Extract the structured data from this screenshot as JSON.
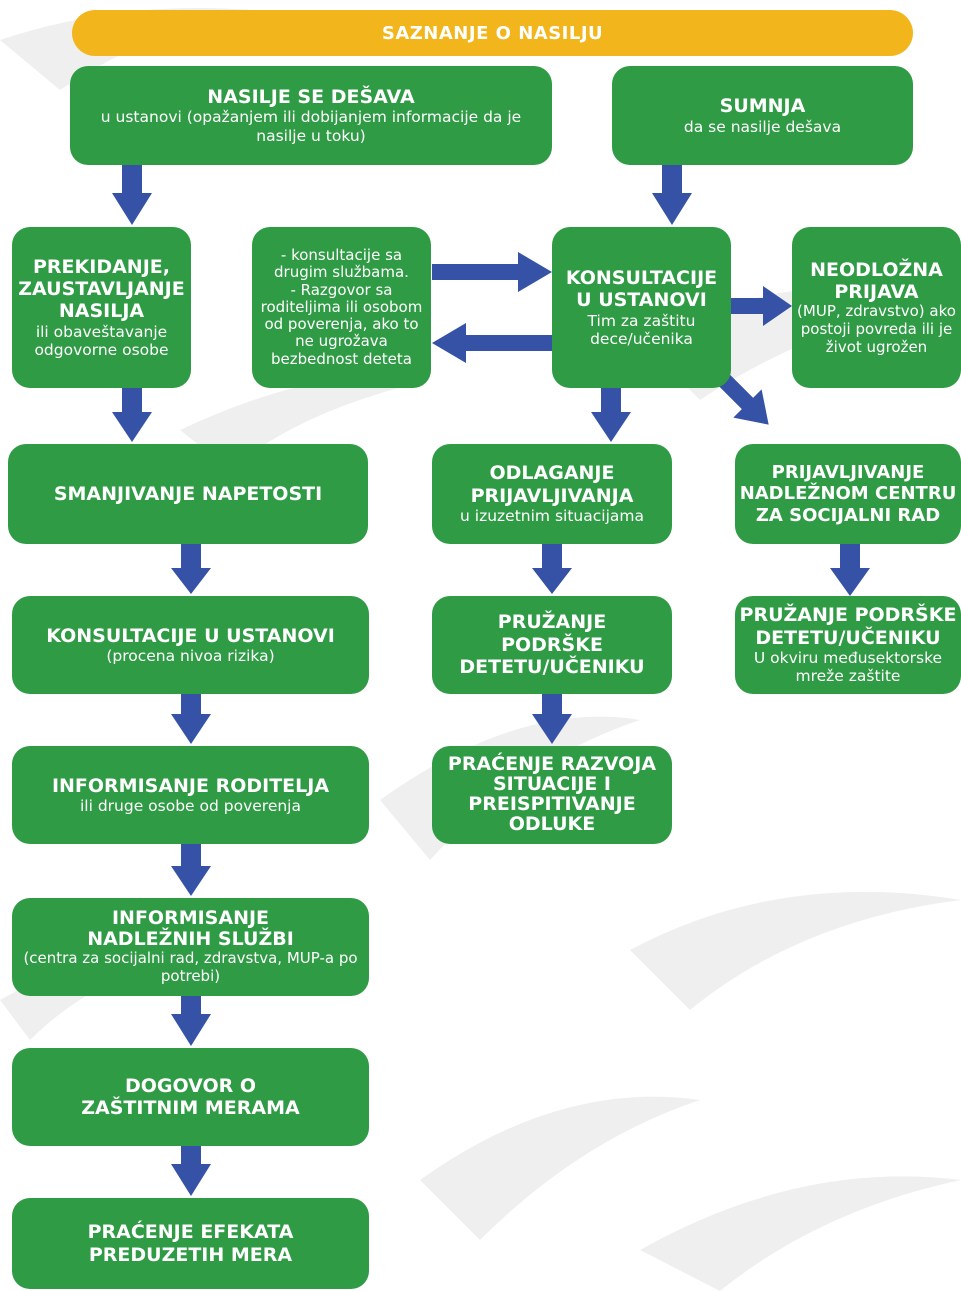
{
  "header": "SAZNANJE O NASILJU",
  "nodes": {
    "nasilje": {
      "title": "NASILJE SE DEŠAVA",
      "sub": "u ustanovi (opažanjem ili dobijanjem informacije da je nasilje u toku)"
    },
    "sumnja": {
      "title": "SUMNJA",
      "sub": "da se nasilje dešava"
    },
    "prekidanje": {
      "title": "PREKIDANJE, ZAUSTAVLJANJE NASILJA",
      "sub": "ili obaveštavanje odgovorne osobe"
    },
    "konsultacije_note": {
      "text": "- konsultacije sa drugim službama.\n- Razgovor sa roditeljima ili osobom od poverenja, ako to ne ugrožava bezbednost deteta"
    },
    "konsultacije_ustanovi": {
      "title": "KONSULTACIJE U USTANOVI",
      "sub": "Tim za zaštitu dece/učenika"
    },
    "neodlozna": {
      "title": "NEODLOŽNA PRIJAVA",
      "sub": "(MUP, zdravstvo) ako postoji povreda ili je život ugrožen"
    },
    "smanjivanje": {
      "title": "SMANJIVANJE NAPETOSTI",
      "sub": ""
    },
    "odlaganje": {
      "title": "ODLAGANJE PRIJAVLJIVANJA",
      "sub": "u izuzetnim situacijama"
    },
    "prijavljivanje": {
      "title": "PRIJAVLJIVANJE NADLEŽNOM CENTRU ZA SOCIJALNI RAD",
      "sub": ""
    },
    "konsultacije2": {
      "title": "KONSULTACIJE U USTANOVI",
      "sub": "(procena nivoa rizika)"
    },
    "podrska_mid": {
      "title": "PRUŽANJE PODRŠKE DETETU/UČENIKU",
      "sub": ""
    },
    "podrska_right": {
      "title": "PRUŽANJE PODRŠKE DETETU/UČENIKU",
      "sub": "U okviru međusektorske mreže zaštite"
    },
    "informisanje_roditelja": {
      "title": "INFORMISANJE RODITELJA",
      "sub": "ili druge osobe od poverenja"
    },
    "pracenje_razvoja": {
      "title": "PRAĆENJE RAZVOJA SITUACIJE I PREISPITIVANJE ODLUKE",
      "sub": ""
    },
    "informisanje_sluzbi": {
      "title": "INFORMISANJE NADLEŽNIH SLUŽBI",
      "sub": "(centra za socijalni rad,  zdravstva, MUP-a po potrebi)"
    },
    "dogovor": {
      "title": "DOGOVOR O ZAŠTITNIM MERAMA",
      "sub": ""
    },
    "pracenje_efekata": {
      "title": "PRAĆENJE EFEKATA PREDUZETIH MERA",
      "sub": ""
    }
  },
  "colors": {
    "header": "#f3b51c",
    "box": "#2f9b45",
    "arrow": "#3552a6",
    "watermark": "#eeeeee"
  }
}
